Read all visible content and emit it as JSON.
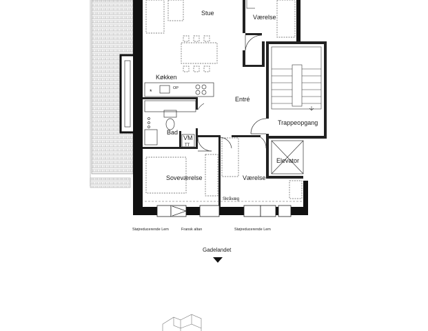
{
  "rooms": {
    "stue": "Stue",
    "vaerelse_top": "Værelse",
    "koekken": "Køkken",
    "entre": "Entré",
    "trappeopgang": "Trappeopgang",
    "bad": "Bad",
    "vm": "VM",
    "tt": "TT",
    "elevator": "Elevator",
    "sovevaerelse": "Soveværelse",
    "vaerelse_bottom": "Værelse",
    "skraavaeg": "Skråvæg",
    "op": "OP"
  },
  "facade_labels": {
    "left_lem": "Støjreducerende Lem",
    "fransk_altan": "Fransk altan",
    "right_lem": "Støjreducerende Lem"
  },
  "street": {
    "name": "Gadelandet",
    "arrow_icon": "triangle-down-icon"
  },
  "colors": {
    "wall": "#111111",
    "line": "#333333",
    "hatch": "#9a9a9a"
  }
}
